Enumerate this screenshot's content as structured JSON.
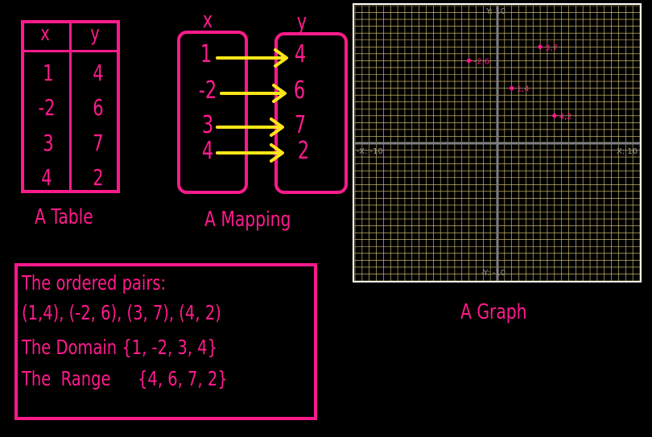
{
  "colors": {
    "accent": "#ff1a8c",
    "arrow": "#ffe619",
    "grid": "#e6d27a",
    "axis": "#808080",
    "background": "#000000"
  },
  "table": {
    "headers": [
      "x",
      "y"
    ],
    "rows": [
      [
        "1",
        "4"
      ],
      [
        "-2",
        "6"
      ],
      [
        "3",
        "7"
      ],
      [
        "4",
        "2"
      ]
    ],
    "caption": "A Table"
  },
  "mapping": {
    "x_label": "x",
    "y_label": "y",
    "domain": [
      "1",
      "-2",
      "3",
      "4"
    ],
    "range": [
      "4",
      "6",
      "7",
      "2"
    ],
    "caption": "A Mapping"
  },
  "graph": {
    "caption": "A Graph",
    "axis_labels": {
      "x_neg": "-X: -10",
      "x_pos": "X: 10",
      "y_pos": "Y: 10",
      "y_neg": "-Y: -10"
    }
  },
  "chart_data": {
    "type": "scatter",
    "xlim": [
      -10,
      10
    ],
    "ylim": [
      -10,
      10
    ],
    "grid": true,
    "points": [
      {
        "x": 1,
        "y": 4,
        "label": "1,4"
      },
      {
        "x": -2,
        "y": 6,
        "label": "-2,6"
      },
      {
        "x": 3,
        "y": 7,
        "label": "3,7"
      },
      {
        "x": 4,
        "y": 2,
        "label": "4,2"
      }
    ]
  },
  "pairs": {
    "line1": "The ordered pairs:",
    "line2": "(1,4), (-2, 6), (3, 7), (4, 2)",
    "line3": "The Domain {1, -2, 3, 4}",
    "line4_label": "The  Range",
    "line4_value": "{4, 6, 7, 2}"
  }
}
